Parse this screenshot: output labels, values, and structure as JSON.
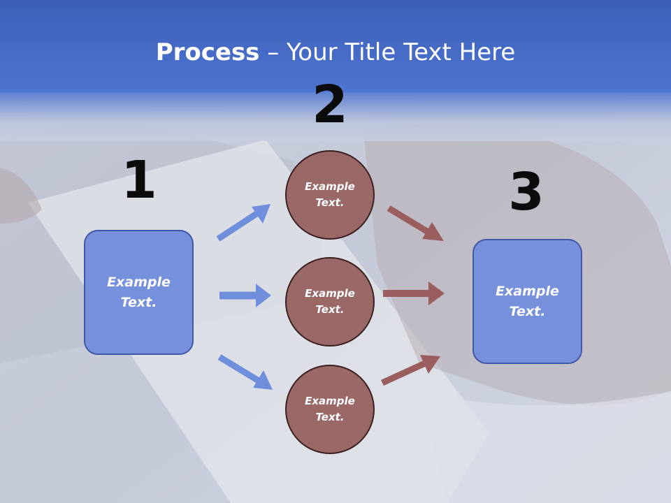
{
  "title": {
    "bold": "Process",
    "rest": " – Your Title Text Here"
  },
  "steps": {
    "one": "1",
    "two": "2",
    "three": "3"
  },
  "nodes": {
    "left": "Example\nText.",
    "top": "Example\nText.",
    "middle": "Example\nText.",
    "bottom": "Example\nText.",
    "right": "Example\nText."
  },
  "colors": {
    "header": "#4a6fcb",
    "box_fill": "#7690dc",
    "circle_fill": "#9b6868",
    "arrow_blue": "#6f8fdc",
    "arrow_red": "#9a5e5e"
  }
}
